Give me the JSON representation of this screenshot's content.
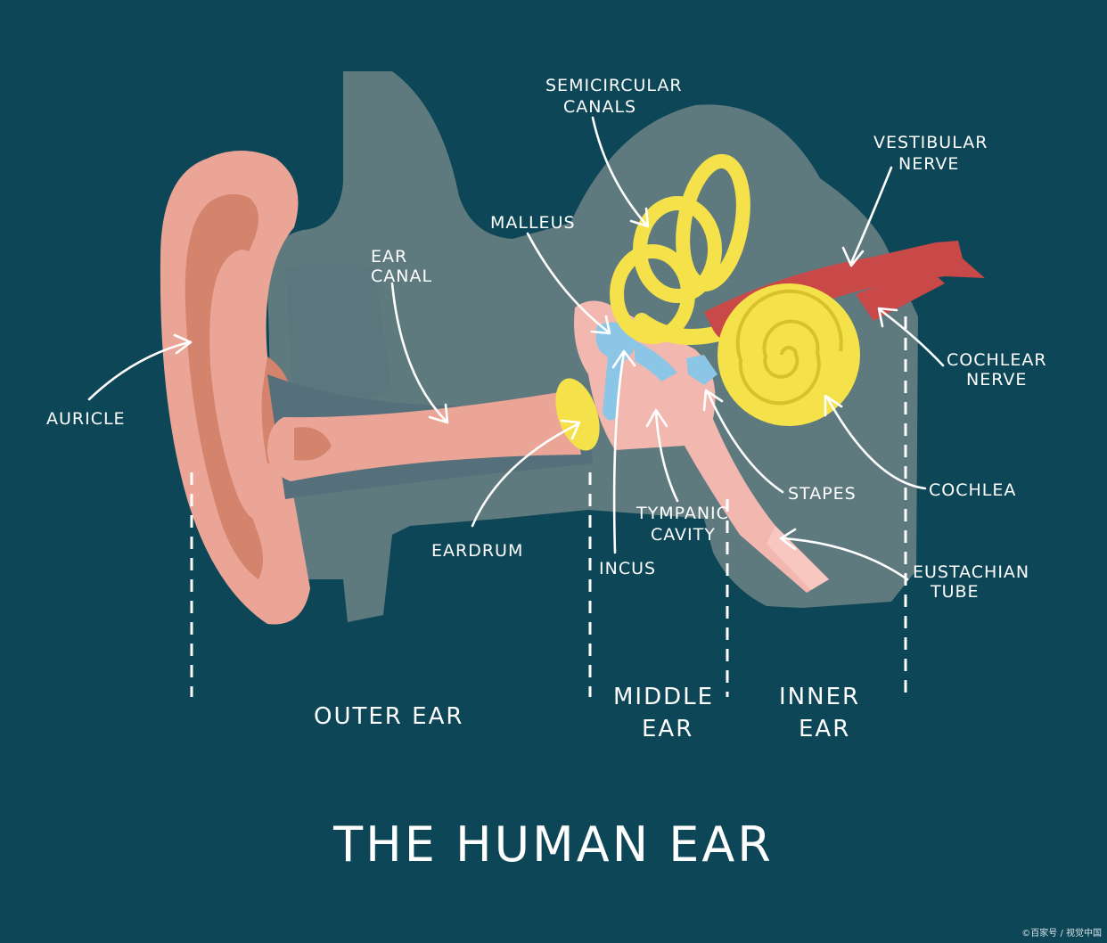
{
  "title": "THE HUMAN EAR",
  "labels": {
    "semicircular_canals_1": "SEMICIRCULAR",
    "semicircular_canals_2": "CANALS",
    "vestibular_nerve_1": "VESTIBULAR",
    "vestibular_nerve_2": "NERVE",
    "malleus": "MALLEUS",
    "ear_canal_1": "EAR",
    "ear_canal_2": "CANAL",
    "auricle": "AURICLE",
    "cochlear_nerve_1": "COCHLEAR",
    "cochlear_nerve_2": "NERVE",
    "cochlea": "COCHLEA",
    "stapes": "STAPES",
    "tympanic_cavity_1": "TYMPANIC",
    "tympanic_cavity_2": "CAVITY",
    "eardrum": "EARDRUM",
    "incus": "INCUS",
    "eustachian_tube_1": "EUSTACHIAN",
    "eustachian_tube_2": "TUBE"
  },
  "sections": {
    "outer": "OUTER   EAR",
    "middle_1": "MIDDLE",
    "middle_2": "EAR",
    "inner_1": "INNER",
    "inner_2": "EAR"
  },
  "watermark": "©百家号 / 视觉中国",
  "colors": {
    "background": "#0d4656",
    "tissue": "#5f7a7f",
    "skin": "#eba596",
    "skin_dark": "#d4836c",
    "bone_yellow": "#f5e14a",
    "nerve_red": "#c94848",
    "ossicle_blue": "#8cc6e6"
  }
}
